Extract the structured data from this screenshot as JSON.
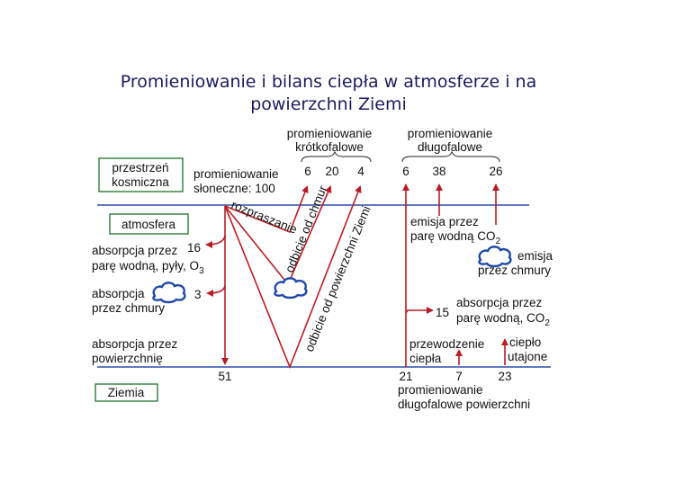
{
  "title": {
    "line1": "Promieniowanie i bilans ciepła w atmosferze i na",
    "line2": "powierzchni Ziemi"
  },
  "zones": {
    "space": [
      "przestrzeń",
      "kosmiczna"
    ],
    "atmosphere": "atmosfera",
    "earth": "Ziemia"
  },
  "solar": {
    "label1": "promieniowanie",
    "label2": "słoneczne: 100"
  },
  "shortwave": {
    "header": [
      "promieniowanie",
      "krótkofalowe"
    ],
    "values": [
      "6",
      "20",
      "4"
    ],
    "scattering": "rozpraszanie",
    "cloud_reflection": "odbicie od chmur",
    "surface_reflection": "odbicie od powierzchni Ziemi"
  },
  "absorption": {
    "vapor": {
      "value": "16",
      "line1": "absorpcja przez",
      "line2": "parę wodną, pyły, O",
      "sub": "3"
    },
    "clouds": {
      "value": "3",
      "line1": "absorpcja",
      "line2": "przez chmury"
    },
    "surface": {
      "value": "51",
      "line1": "absorpcja przez",
      "line2": "powierzchnię"
    }
  },
  "longwave": {
    "header": [
      "promieniowanie",
      "długofalowe"
    ],
    "values": [
      "6",
      "38",
      "26"
    ],
    "vapor_emission": {
      "line1": "emisja przez",
      "line2": "parę wodną CO",
      "sub": "2"
    },
    "cloud_emission": {
      "line1": "emisja",
      "line2": "przez chmury"
    },
    "absorption": {
      "value": "15",
      "line1": "absorpcja przez",
      "line2": "parę wodną, CO",
      "sub": "2"
    },
    "conduction": {
      "line1": "przewodzenie",
      "line2": "ciepła",
      "value": "7"
    },
    "latent": {
      "line1": "ciepło",
      "line2": "utajone",
      "value": "23"
    },
    "surface": {
      "value": "21",
      "line1": "promieniowanie",
      "line2": "długofalowe powierzchni"
    }
  },
  "colors": {
    "arrow": "#b81c24",
    "line": "#2b4ea8",
    "box": "#2f7a3a",
    "title": "#1b1b5e"
  }
}
